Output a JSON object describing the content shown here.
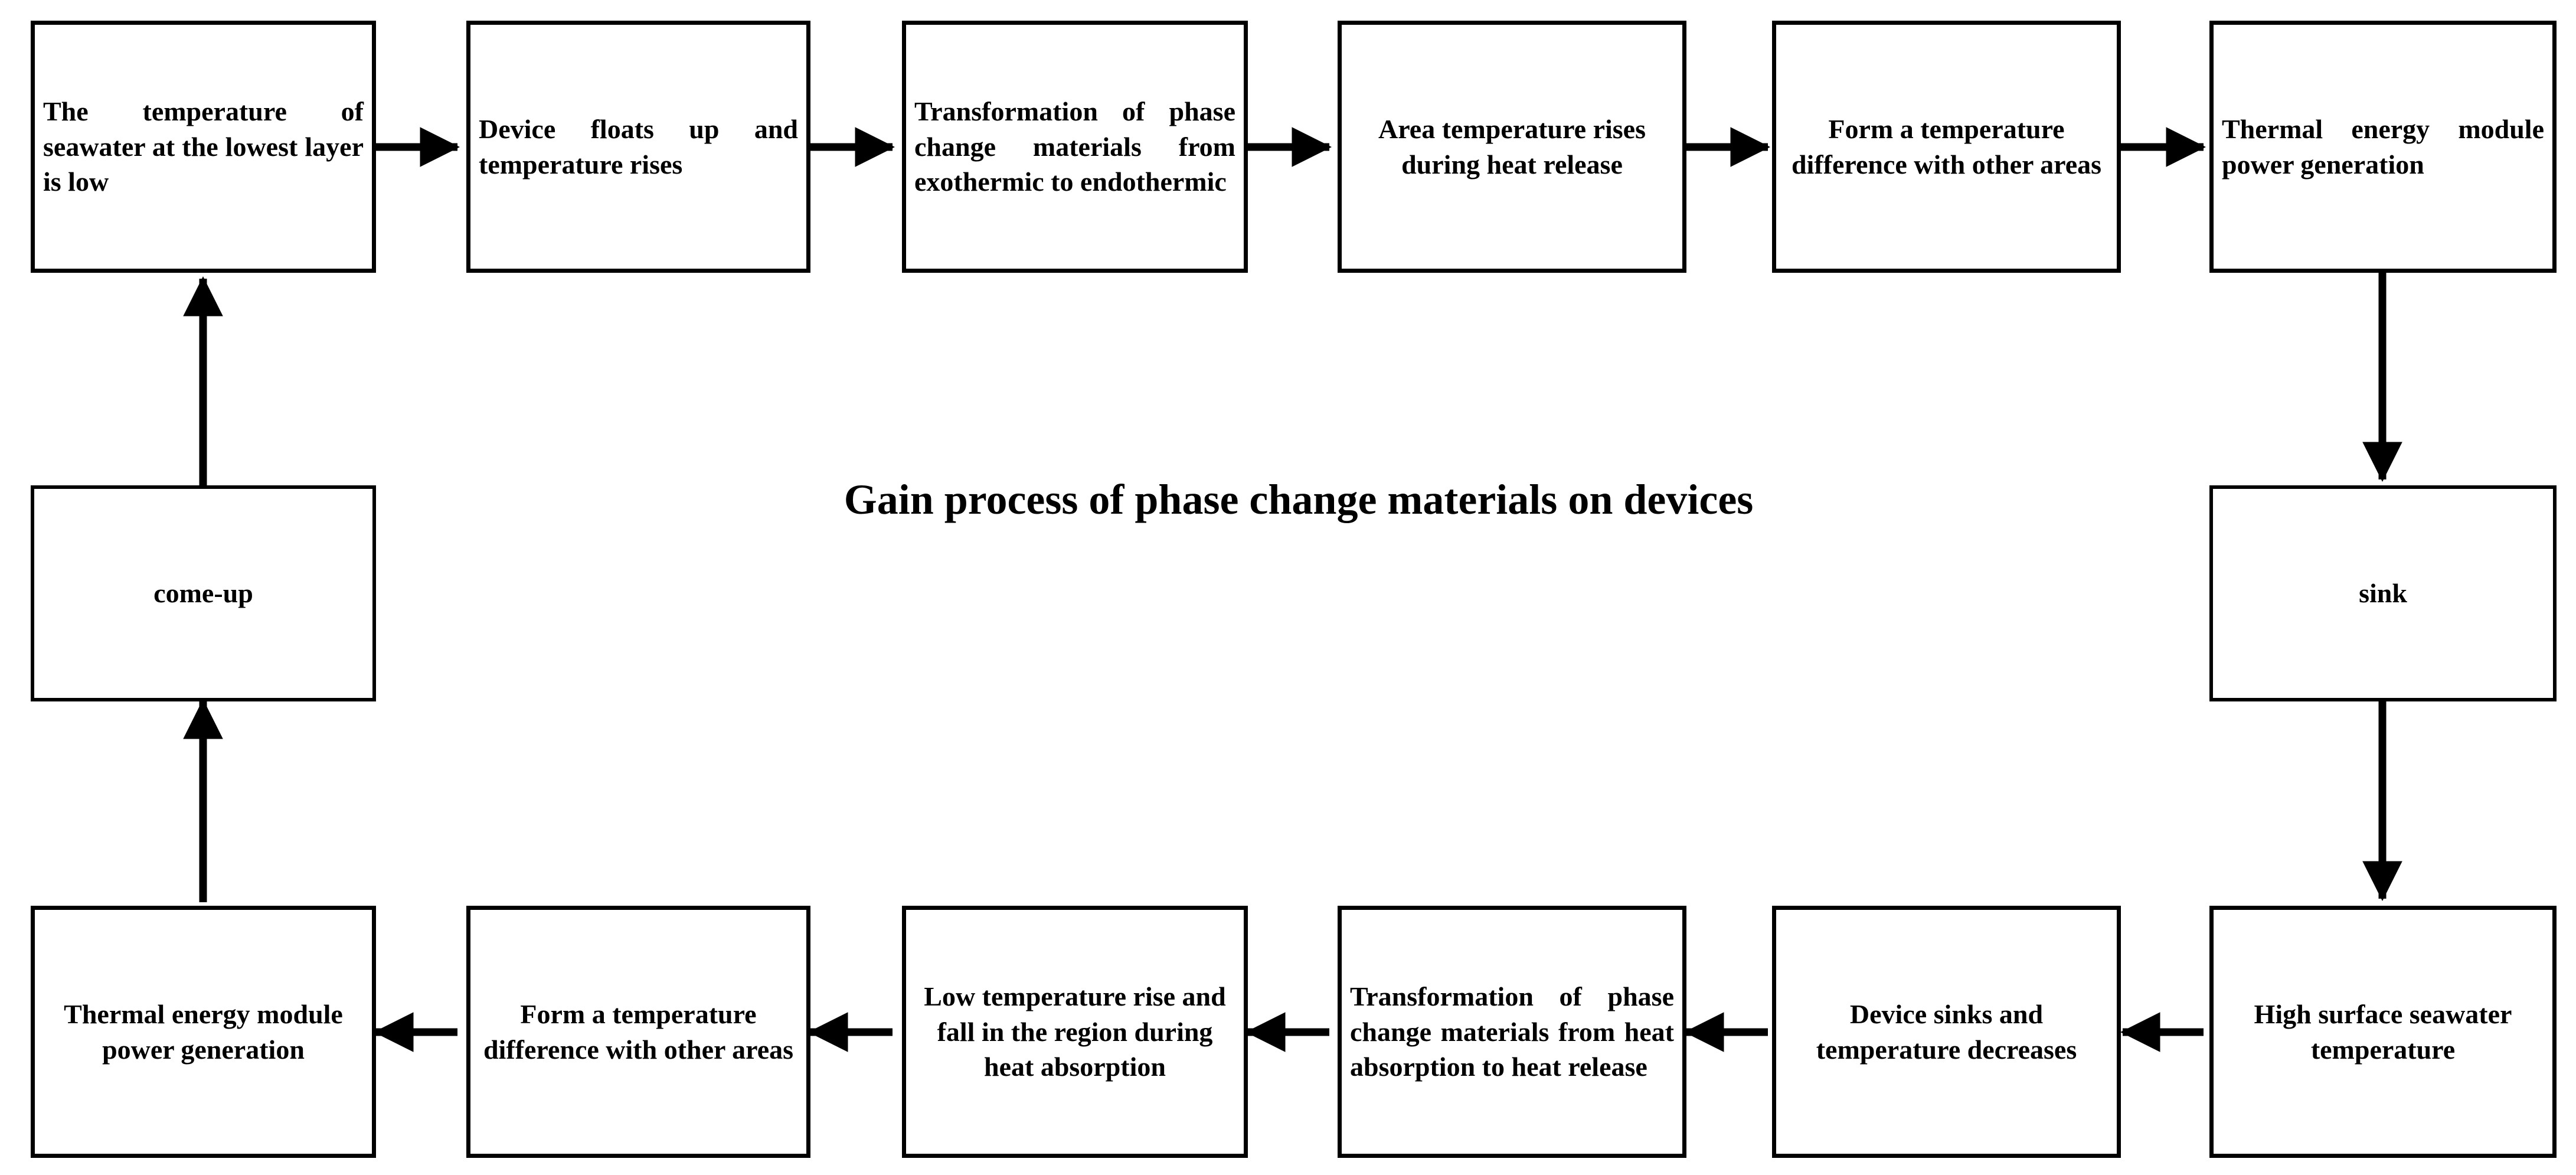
{
  "diagram": {
    "title": "Gain process of phase change materials on devices",
    "background_color": "#ffffff",
    "stroke_color": "#000000",
    "nodes": [
      {
        "id": "n1",
        "label": "The temperature of seawater at the lowest layer is low"
      },
      {
        "id": "n2",
        "label": "Device floats up and temperature rises"
      },
      {
        "id": "n3",
        "label": "Transformation of phase change materials from exothermic to endothermic"
      },
      {
        "id": "n4",
        "label": "Area temperature rises during heat release"
      },
      {
        "id": "n5",
        "label": "Form a temperature difference with other areas"
      },
      {
        "id": "n6",
        "label": "Thermal energy module power generation"
      },
      {
        "id": "n7",
        "label": "sink"
      },
      {
        "id": "n8",
        "label": "High surface seawater temperature"
      },
      {
        "id": "n9",
        "label": "Device sinks and temperature decreases"
      },
      {
        "id": "n10",
        "label": "Transformation of phase change materials from heat absorption to heat release"
      },
      {
        "id": "n11",
        "label": "Low temperature rise and fall in the region during heat absorption"
      },
      {
        "id": "n12",
        "label": "Form a temperature difference with other areas"
      },
      {
        "id": "n13",
        "label": "Thermal energy module power generation"
      },
      {
        "id": "n14",
        "label": "come-up"
      }
    ],
    "edges": [
      {
        "from": "n1",
        "to": "n2",
        "direction": "right"
      },
      {
        "from": "n2",
        "to": "n3",
        "direction": "right"
      },
      {
        "from": "n3",
        "to": "n4",
        "direction": "right"
      },
      {
        "from": "n4",
        "to": "n5",
        "direction": "right"
      },
      {
        "from": "n5",
        "to": "n6",
        "direction": "right"
      },
      {
        "from": "n6",
        "to": "n7",
        "direction": "down"
      },
      {
        "from": "n7",
        "to": "n8",
        "direction": "down"
      },
      {
        "from": "n8",
        "to": "n9",
        "direction": "left"
      },
      {
        "from": "n9",
        "to": "n10",
        "direction": "left"
      },
      {
        "from": "n10",
        "to": "n11",
        "direction": "left"
      },
      {
        "from": "n11",
        "to": "n12",
        "direction": "left"
      },
      {
        "from": "n12",
        "to": "n13",
        "direction": "left"
      },
      {
        "from": "n13",
        "to": "n14",
        "direction": "up"
      },
      {
        "from": "n14",
        "to": "n1",
        "direction": "up"
      }
    ]
  }
}
